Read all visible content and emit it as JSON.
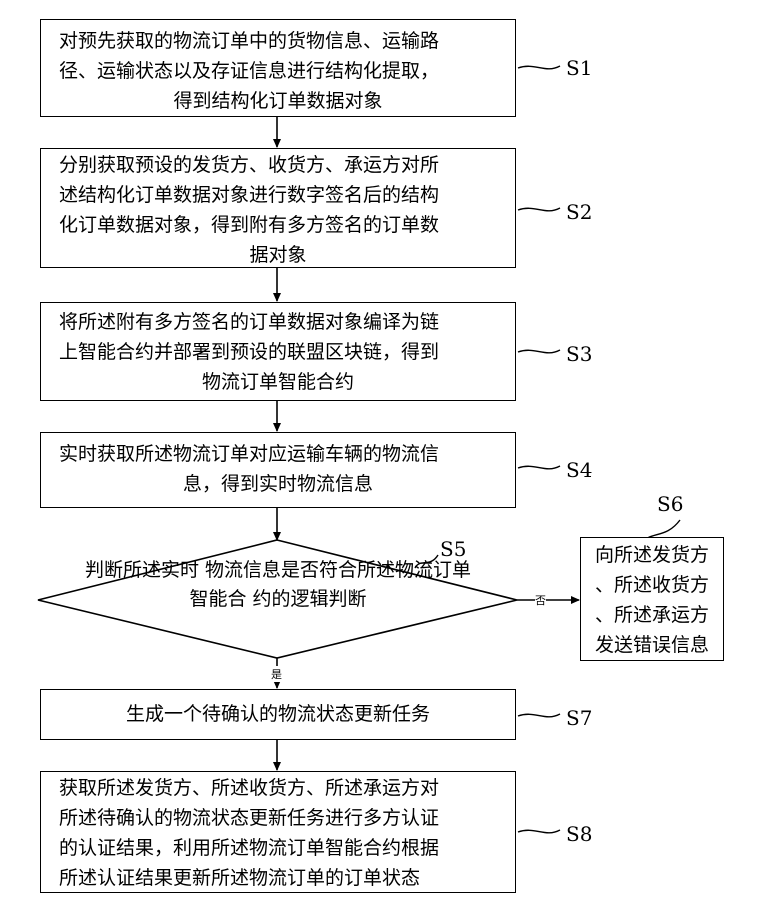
{
  "steps": {
    "s1": {
      "id": "S1",
      "lines": [
        "对预先获取的物流订单中的货物信息、运输路",
        "径、运输状态以及存证信息进行结构化提取，",
        "得到结构化订单数据对象"
      ]
    },
    "s2": {
      "id": "S2",
      "lines": [
        "分别获取预设的发货方、收货方、承运方对所",
        "述结构化订单数据对象进行数字签名后的结构",
        "化订单数据对象，得到附有多方签名的订单数",
        "据对象"
      ]
    },
    "s3": {
      "id": "S3",
      "lines": [
        "将所述附有多方签名的订单数据对象编译为链",
        "上智能合约并部署到预设的联盟区块链，得到",
        "物流订单智能合约"
      ]
    },
    "s4": {
      "id": "S4",
      "lines": [
        "实时获取所述物流订单对应运输车辆的物流信",
        "息，得到实时物流信息"
      ]
    },
    "s5": {
      "id": "S5",
      "lines": [
        "判断所述实时",
        "物流信息是否符合所述物流订单智能合",
        "约的逻辑判断"
      ]
    },
    "s6": {
      "id": "S6",
      "lines": [
        "向所述发货方",
        "、所述收货方",
        "、所述承运方",
        "发送错误信息"
      ]
    },
    "s7": {
      "id": "S7",
      "lines": [
        "生成一个待确认的物流状态更新任务"
      ]
    },
    "s8": {
      "id": "S8",
      "lines": [
        "获取所述发货方、所述收货方、所述承运方对",
        "所述待确认的物流状态更新任务进行多方认证",
        "的认证结果，利用所述物流订单智能合约根据",
        "所述认证结果更新所述物流订单的订单状态"
      ]
    }
  },
  "branches": {
    "no_label": "否",
    "yes_label": "是"
  }
}
